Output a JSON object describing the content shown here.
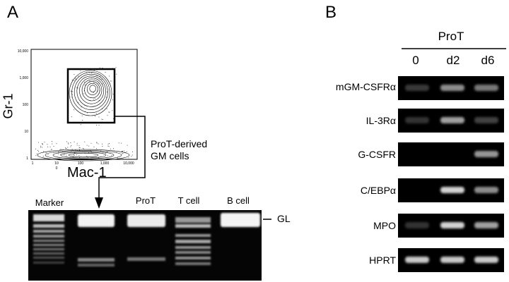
{
  "panel_a": {
    "letter": "A",
    "flow": {
      "y_axis_label": "Gr-1",
      "x_axis_label": "Mac-1",
      "y_ticks": [
        "10,000",
        "1,000",
        "100",
        "10",
        "1"
      ],
      "x_ticks": [
        "1",
        "10",
        "100",
        "1,000",
        "10,000"
      ],
      "x_zero": "0",
      "gate_annotation_line1": "ProT-derived",
      "gate_annotation_line2": "GM cells"
    },
    "gel": {
      "lanes": [
        "Marker",
        "ProT",
        "T cell",
        "B cell"
      ],
      "band_label": "GL"
    }
  },
  "panel_b": {
    "letter": "B",
    "group_label": "ProT",
    "columns": [
      "0",
      "d2",
      "d6"
    ],
    "genes": [
      {
        "name": "mGM-CSFRα",
        "intensity": [
          0.08,
          0.5,
          0.4
        ]
      },
      {
        "name": "IL-3Rα",
        "intensity": [
          0.05,
          0.6,
          0.12
        ]
      },
      {
        "name": "G-CSFR",
        "intensity": [
          0.0,
          0.0,
          0.55
        ]
      },
      {
        "name": "C/EBPα",
        "intensity": [
          0.0,
          0.85,
          0.5
        ]
      },
      {
        "name": "MPO",
        "intensity": [
          0.05,
          0.85,
          0.6
        ]
      },
      {
        "name": "HPRT",
        "intensity": [
          0.8,
          0.8,
          0.8
        ]
      }
    ]
  }
}
